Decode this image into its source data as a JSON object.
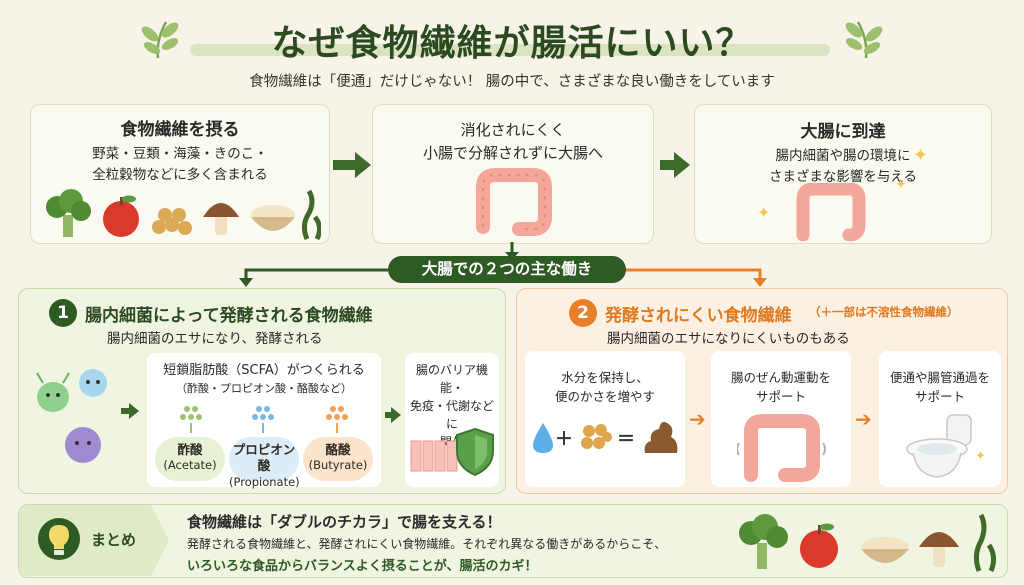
{
  "header": {
    "title": "なぜ食物繊維が腸活にいい？",
    "subtitle": "食物繊維は「便通」だけじゃない！ 腸の中で、さまざまな良い働きをしています"
  },
  "steps": [
    {
      "title": "食物繊維を摂る",
      "text1": "野菜・豆類・海藻・きのこ・",
      "text2": "全粒穀物などに多く含まれる"
    },
    {
      "title": "消化されにくく",
      "title2": "小腸で分解されずに大腸へ"
    },
    {
      "title": "大腸に到達",
      "text1": "腸内細菌や腸の環境に",
      "text2": "さまざまな影響を与える"
    }
  ],
  "banner": "大腸での２つの主な働き",
  "section1": {
    "number": "1",
    "title": "腸内細菌によって発酵される食物繊維",
    "subtitle": "腸内細菌のエサになり、発酵される",
    "scfa_title": "短鎖脂肪酸（SCFA）がつくられる",
    "scfa_sub": "（酢酸・プロピオン酸・酪酸など）",
    "acids": [
      {
        "name": "酢酸",
        "en": "(Acetate)"
      },
      {
        "name": "プロピオン酸",
        "en": "(Propionate)"
      },
      {
        "name": "酪酸",
        "en": "(Butyrate)"
      }
    ],
    "barrier1": "腸のバリア機能・",
    "barrier2": "免疫・代謝などに",
    "barrier3": "関与"
  },
  "section2": {
    "number": "2",
    "title": "発酵されにくい食物繊維",
    "title_note": "（＋一部は不溶性食物繊維）",
    "subtitle": "腸内細菌のエサになりにくいものもある",
    "effects": [
      {
        "line1": "水分を保持し、",
        "line2": "便のかさを増やす"
      },
      {
        "line1": "腸のぜん動運動を",
        "line2": "サポート"
      },
      {
        "line1": "便通や腸管通過を",
        "line2": "サポート"
      }
    ],
    "plus": "＋",
    "equals": "＝"
  },
  "summary": {
    "label": "まとめ",
    "headline": "食物繊維は「ダブルのチカラ」で腸を支える！",
    "line1": "発酵される食物繊維と、発酵されにくい食物繊維。それぞれ異なる働きがあるからこそ、",
    "line2": "いろいろな食品からバランスよく摂ることが、腸活のカギ！"
  },
  "colors": {
    "green": "#2e5a23",
    "orange": "#e8802a",
    "intestine": "#f2a79a"
  }
}
